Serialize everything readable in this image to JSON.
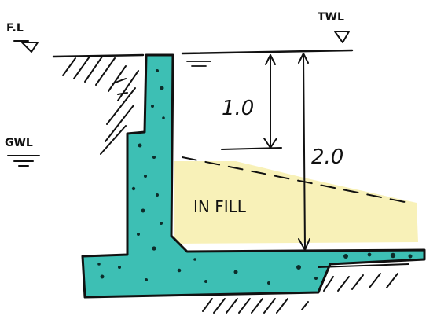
{
  "labels": {
    "ground_level": "F.L",
    "top_water_level": "TWL",
    "ground_water_level": "GWL",
    "infill": "IN FILL",
    "dim_short": "1.0",
    "dim_long": "2.0"
  },
  "colors": {
    "concrete": "#3dbfb4",
    "infill": "#f7efb0",
    "ink": "#111111"
  }
}
